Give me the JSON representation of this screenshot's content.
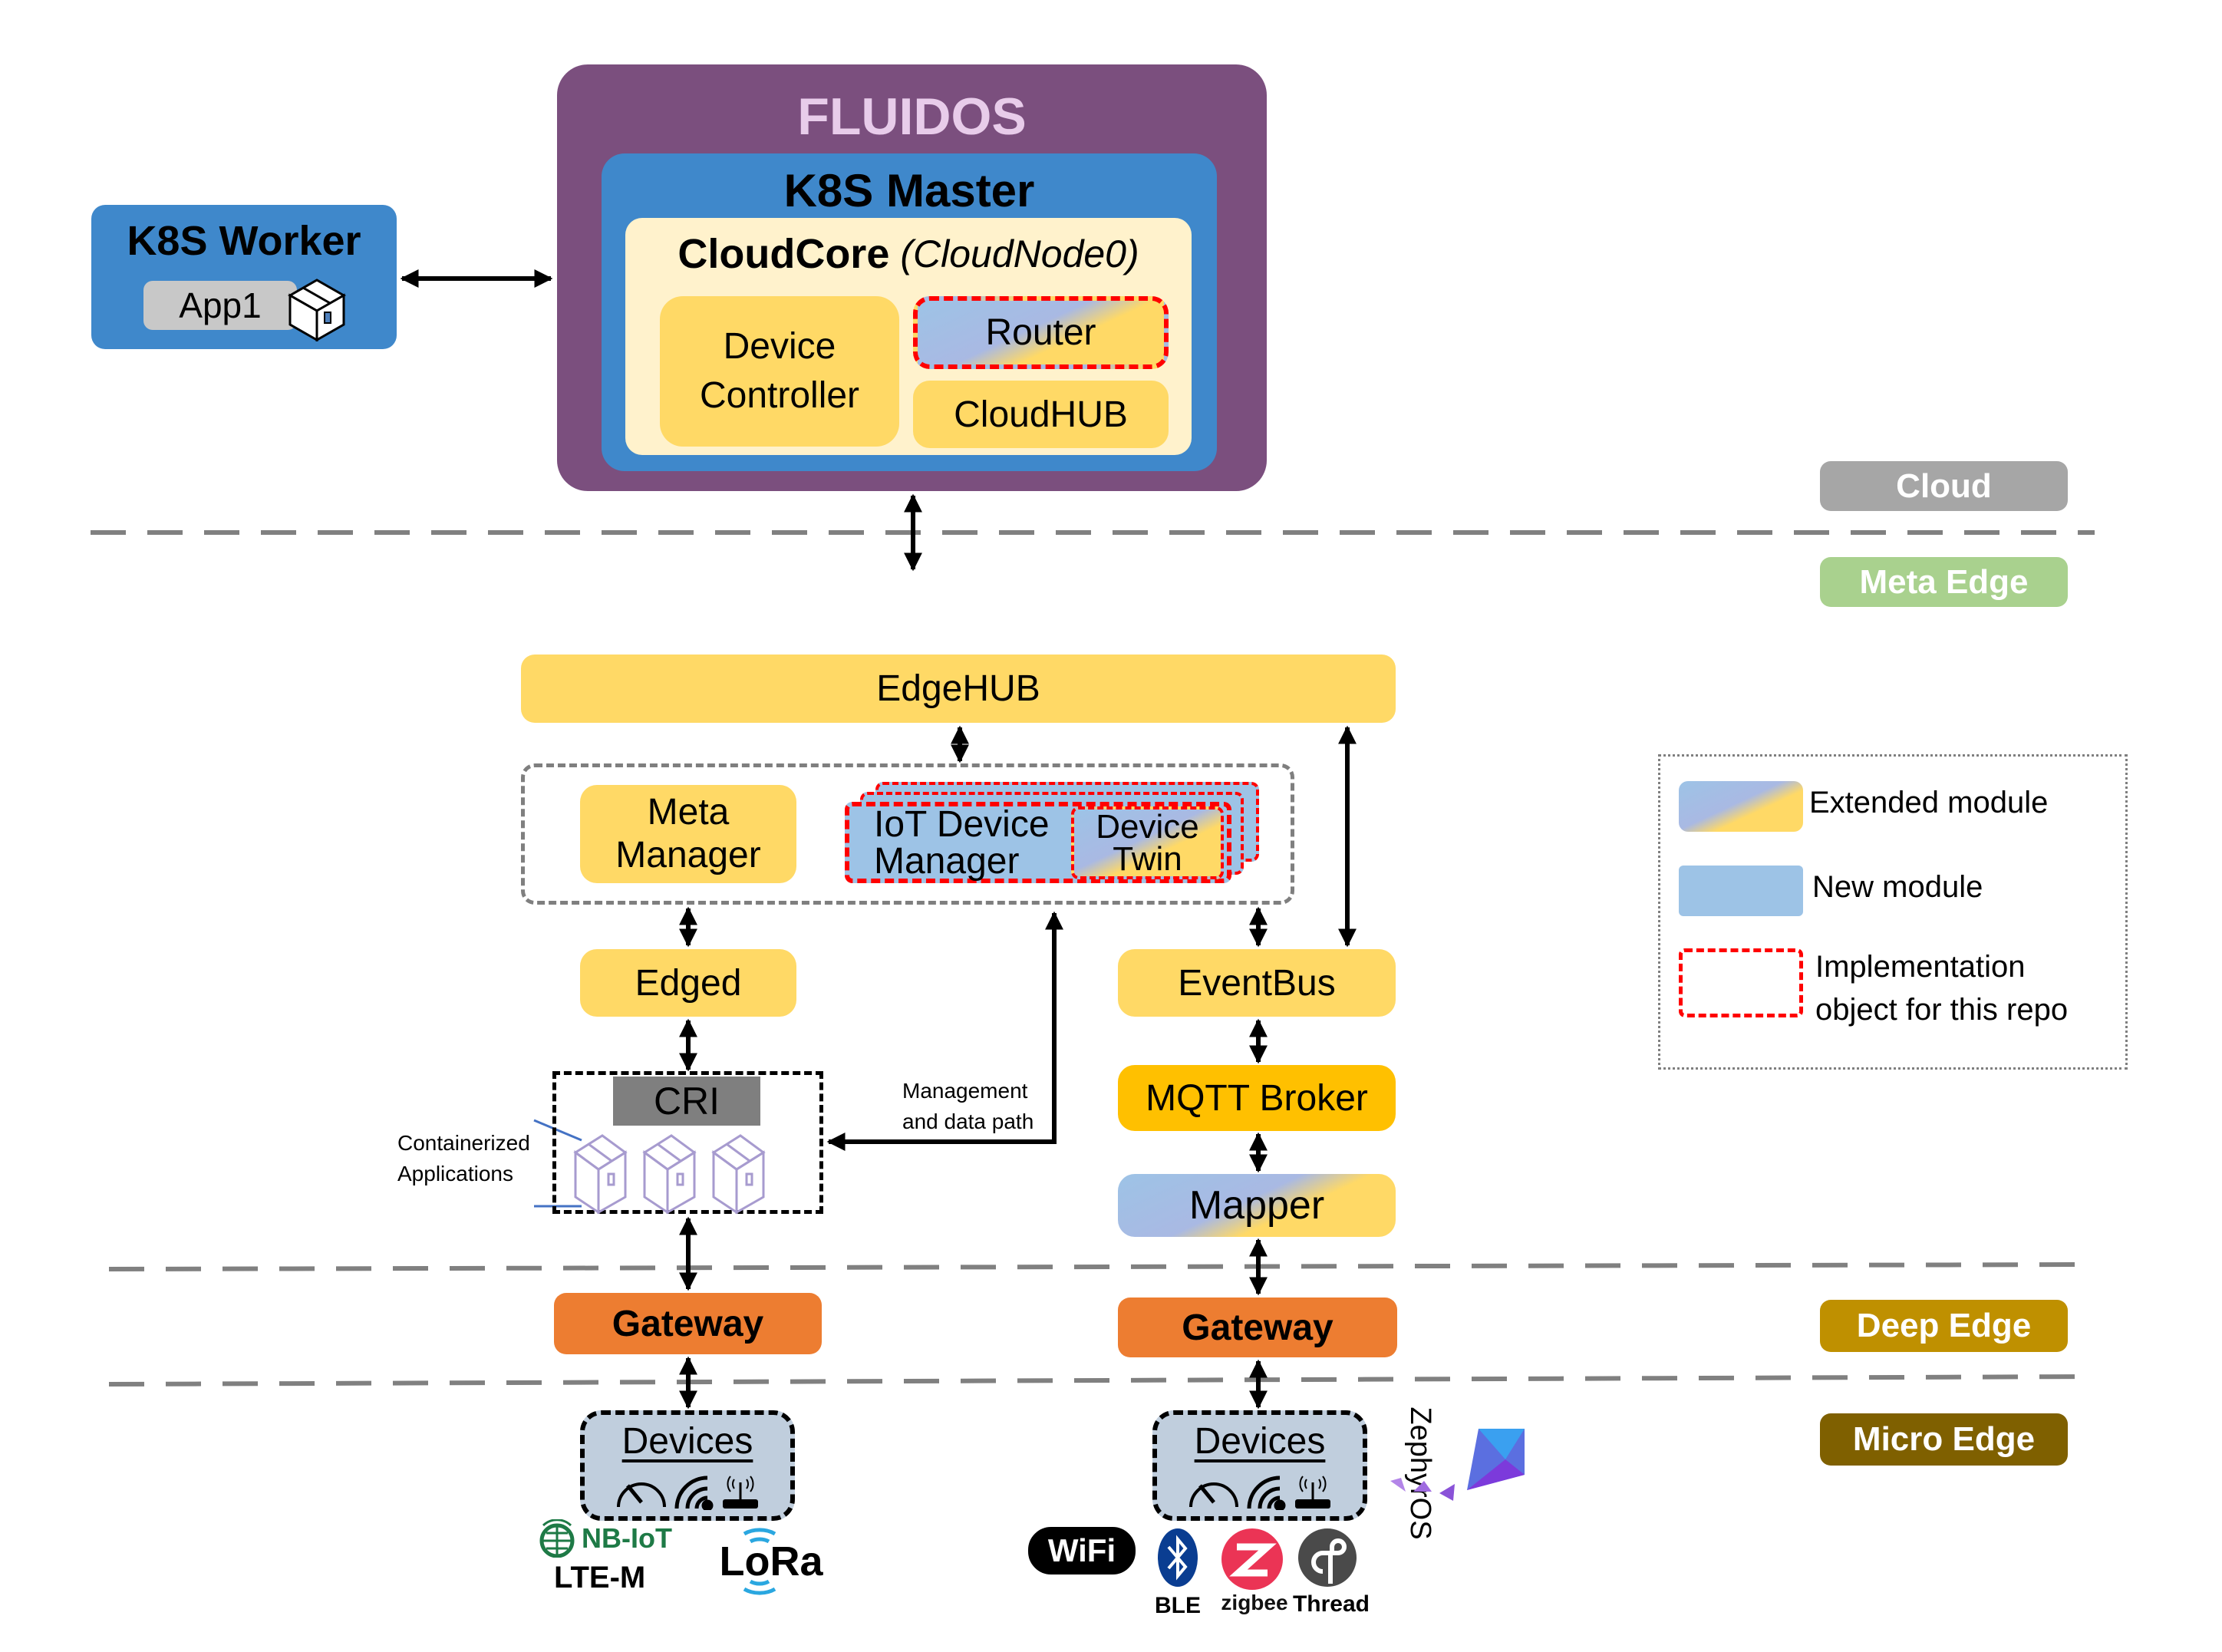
{
  "k8s_worker": {
    "title": "K8S Worker",
    "app_label": "App1",
    "icon": "package-box-icon"
  },
  "fluidos": {
    "title": "FLUIDOS",
    "k8s_master": {
      "title": "K8S Master",
      "cloudcore": {
        "title": "CloudCore",
        "subtitle": "(CloudNode0)",
        "modules": {
          "device_controller": "Device Controller",
          "router": "Router",
          "cloudhub": "CloudHUB"
        }
      }
    }
  },
  "layers": [
    {
      "label": "Cloud",
      "color": "#A6A6A6"
    },
    {
      "label": "Meta Edge",
      "color": "#A9D18E"
    },
    {
      "label": "Deep Edge",
      "color": "#BF9000"
    },
    {
      "label": "Micro Edge",
      "color": "#7F6000"
    }
  ],
  "edgecore": {
    "title": "EdgeCore",
    "subtitle": "(EdgeNode0)",
    "edgehub": "EdgeHUB",
    "meta_manager": "Meta Manager",
    "iot_device_manager": "IoT Device Manager",
    "device_twin": "Device Twin",
    "edged": "Edged",
    "eventbus": "EventBus"
  },
  "cri": {
    "label": "CRI",
    "containerized_label": "Containerized Applications",
    "management_label_line1": "Management",
    "management_label_line2": "and data path"
  },
  "right_column": {
    "mqtt_broker": "MQTT Broker",
    "mapper": "Mapper",
    "gateway": "Gateway"
  },
  "left_column": {
    "gateway": "Gateway"
  },
  "devices_left": {
    "label": "Devices",
    "icons": [
      "gauge-icon",
      "signal-waves-icon",
      "router-antenna-icon"
    ],
    "protocols": [
      "NB-IoT",
      "LTE-M",
      "LoRa"
    ]
  },
  "devices_right": {
    "label": "Devices",
    "icons": [
      "gauge-icon",
      "signal-waves-icon",
      "router-antenna-icon"
    ],
    "os_label": "ZephyrOS",
    "protocols": [
      "WiFi",
      "BLE",
      "zigbee",
      "Thread"
    ]
  },
  "legend": {
    "items": [
      {
        "label": "Extended module",
        "kind": "gradient"
      },
      {
        "label": "New module",
        "kind": "solid-blue"
      },
      {
        "label_line1": "Implementation",
        "label_line2": "object for this repo",
        "kind": "red-dashed"
      }
    ]
  },
  "colors": {
    "fluidos_purple": "#7B4F7E",
    "fluidos_title": "#E8CCEA",
    "k8s_blue": "#3F88CB",
    "cloudcore_cream": "#FFF2CC",
    "module_yellow": "#FFD966",
    "new_module_blue": "#9DC3E6",
    "edgecore_bg": "#DDE8F4",
    "mqtt_amber": "#FFC000",
    "gateway_orange": "#ED7D31",
    "cri_grey": "#7F7F7F",
    "devices_bg": "#C0CEDD",
    "impl_red": "#FF0000"
  }
}
